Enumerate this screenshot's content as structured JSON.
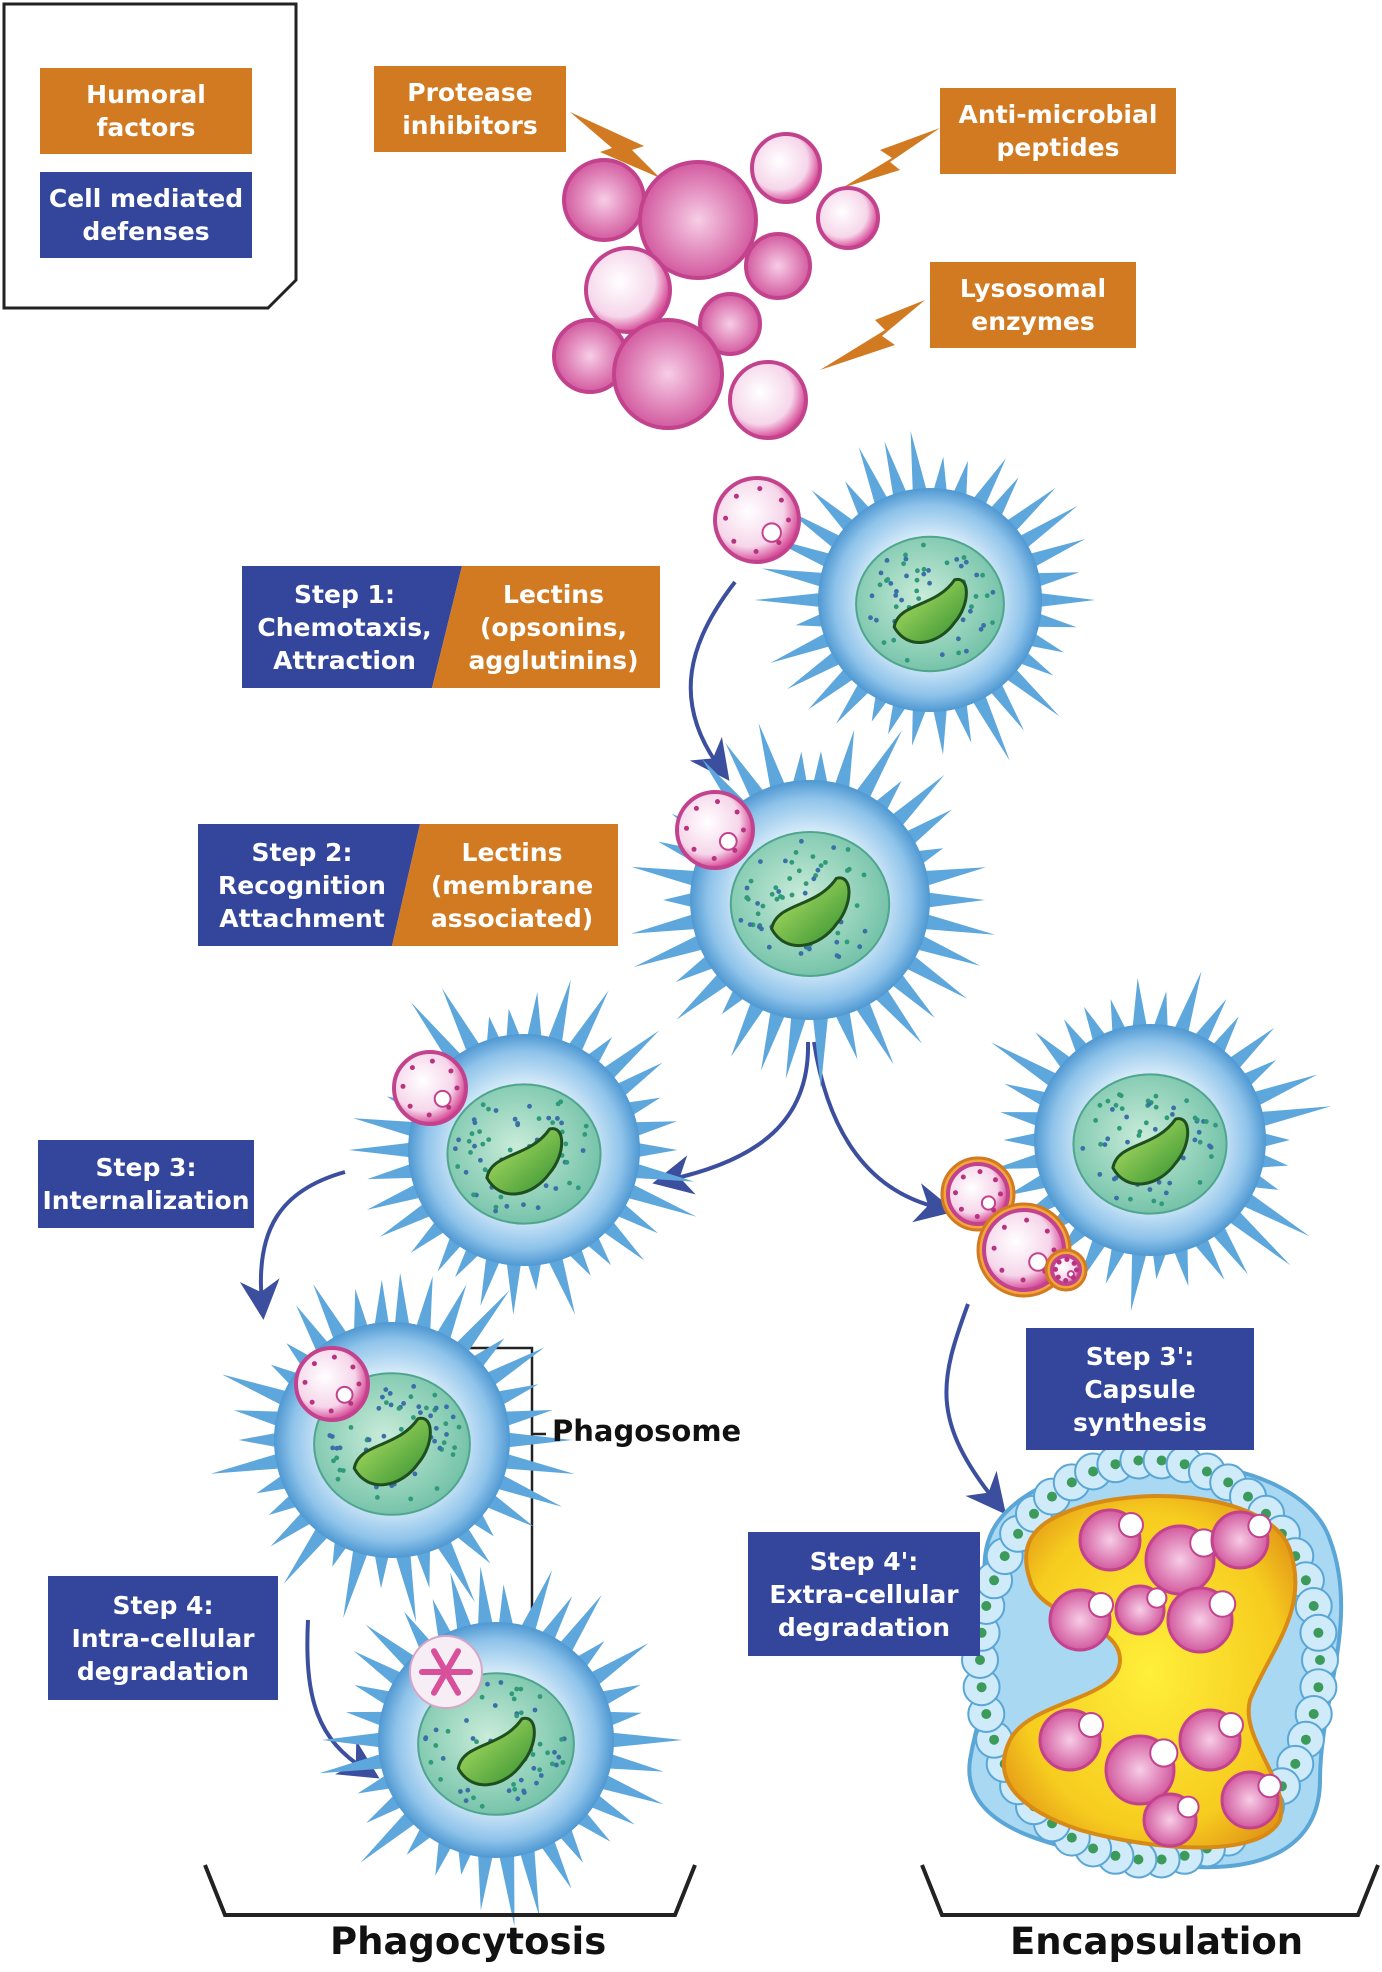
{
  "legend": {
    "humoral": [
      "Humoral",
      "factors"
    ],
    "cell": [
      "Cell mediated",
      "defenses"
    ]
  },
  "humoral_factors": {
    "protease": [
      "Protease",
      "inhibitors"
    ],
    "antimicrobial": [
      "Anti-microbial",
      "peptides"
    ],
    "lysosomal": [
      "Lysosomal",
      "enzymes"
    ]
  },
  "steps": {
    "step1": [
      "Step 1:",
      "Chemotaxis,",
      "Attraction"
    ],
    "lectins1": [
      "Lectins",
      "(opsonins,",
      "agglutinins)"
    ],
    "step2": [
      "Step 2:",
      "Recognition",
      "Attachment"
    ],
    "lectins2": [
      "Lectins",
      "(membrane",
      "associated)"
    ],
    "step3": [
      "Step 3:",
      "Internalization"
    ],
    "step3p": [
      "Step 3':",
      "Capsule",
      "synthesis"
    ],
    "step4": [
      "Step 4:",
      "Intra-cellular",
      "degradation"
    ],
    "step4p": [
      "Step 4':",
      "Extra-cellular",
      "degradation"
    ]
  },
  "phagosome_label": "Phagosome",
  "captions": {
    "left": "Phagocytosis",
    "right": "Encapsulation"
  },
  "colors": {
    "humoral": "#d27a22",
    "cell": "#34469c",
    "arrow": "#3b4f9e",
    "pink": "#d84f9a",
    "cell_blue": "#7fb6e2",
    "nucleus": "#4aa84f",
    "capsule": "#f2c21a"
  }
}
